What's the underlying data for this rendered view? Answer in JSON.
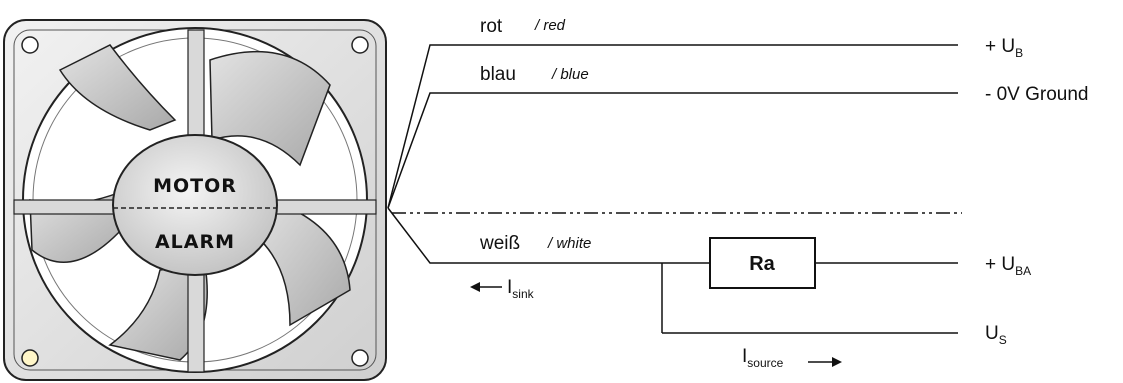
{
  "fan": {
    "label_top": "MOTOR",
    "label_bottom": "ALARM"
  },
  "wires": {
    "red": {
      "label": "rot",
      "label_alt": "/ red"
    },
    "blue": {
      "label": "blau",
      "label_alt": "/ blue"
    },
    "white": {
      "label": "weiß",
      "label_alt": "/ white"
    }
  },
  "terminals": {
    "ub": {
      "prefix": "+ U",
      "sub": "B"
    },
    "ground": {
      "label": "- 0V Ground"
    },
    "uba": {
      "prefix": "+ U",
      "sub": "BA"
    },
    "us": {
      "prefix": "U",
      "sub": "S"
    }
  },
  "resistor": {
    "label": "Ra"
  },
  "currents": {
    "sink": {
      "main": "I",
      "sub": "sink"
    },
    "source": {
      "main": "I",
      "sub": "source"
    }
  }
}
